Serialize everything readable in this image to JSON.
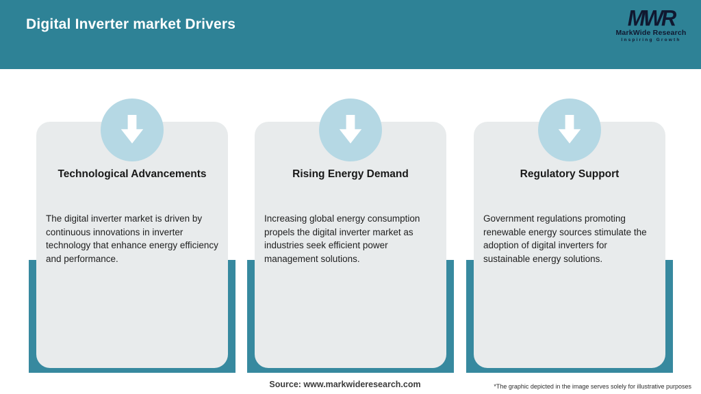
{
  "header": {
    "title": "Digital Inverter market Drivers",
    "logo": {
      "monogram": "MWR",
      "name": "MarkWide Research",
      "tagline": "Inspiring Growth"
    }
  },
  "cards": [
    {
      "icon": "arrow-down-icon",
      "title": "Technological Advancements",
      "description": "The digital inverter market is driven by continuous innovations in inverter technology that enhance energy efficiency and performance."
    },
    {
      "icon": "arrow-down-icon",
      "title": "Rising Energy Demand",
      "description": "Increasing global energy consumption propels the digital inverter market as industries seek efficient power management solutions."
    },
    {
      "icon": "arrow-down-icon",
      "title": "Regulatory Support",
      "description": "Government regulations promoting renewable energy sources stimulate the adoption of digital inverters for sustainable energy solutions."
    }
  ],
  "footer": {
    "source": "Source: www.markwideresearch.com",
    "disclaimer": "*The graphic depicted in the image serves solely for illustrative purposes"
  },
  "colors": {
    "header_teal": "#2e8296",
    "band_teal": "#37899f",
    "card_background": "#e8ebec",
    "circle_blue": "#b5d8e4",
    "logo_navy": "#101830",
    "title_white": "#ffffff"
  }
}
